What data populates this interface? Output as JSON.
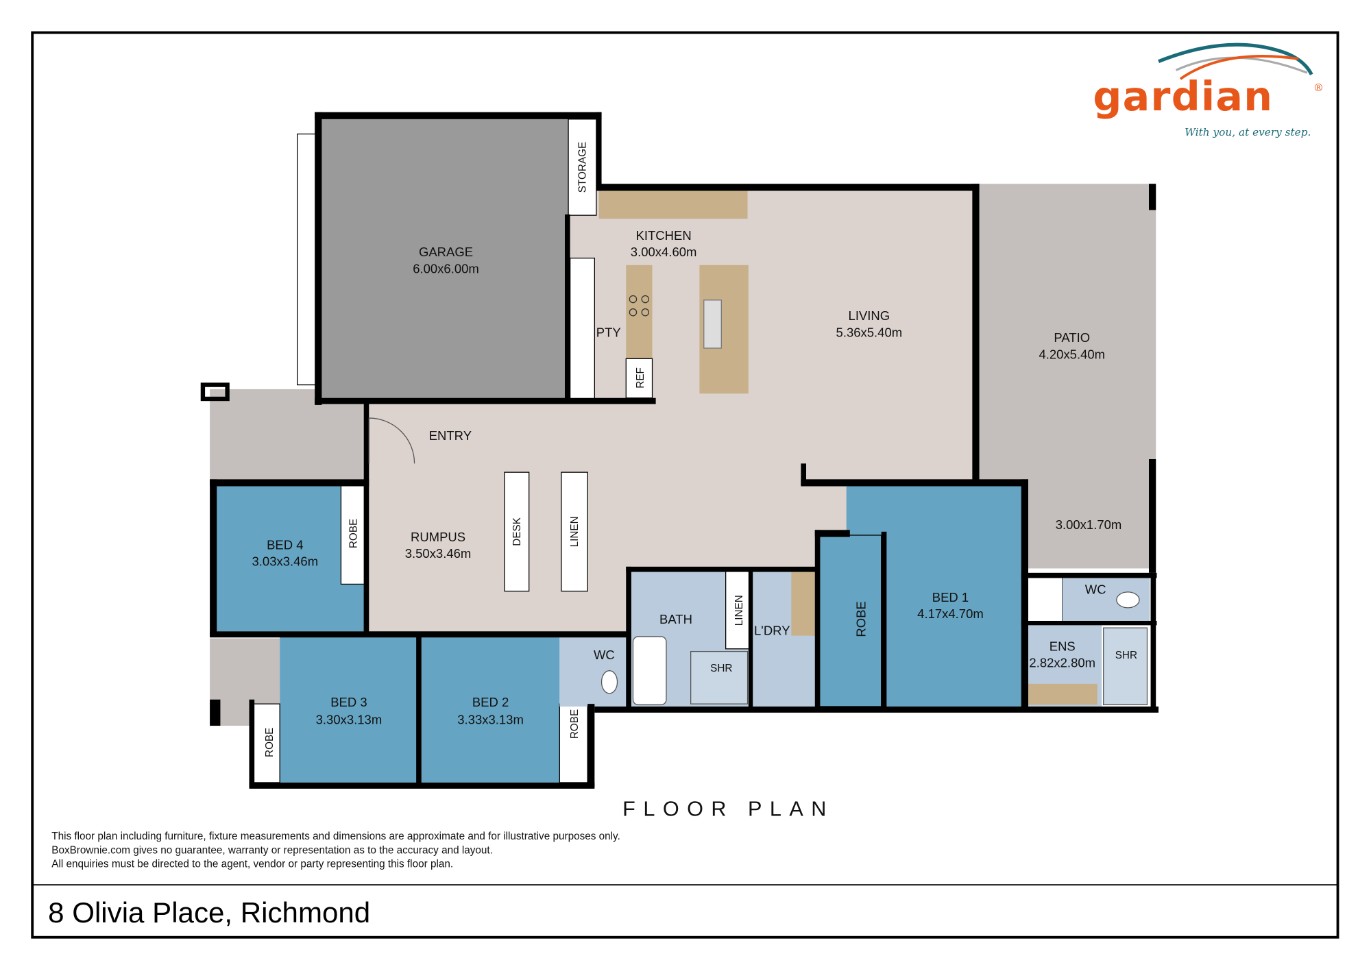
{
  "logo": {
    "brand": "gardian",
    "registered": "®",
    "tagline": "With you, at every step."
  },
  "colors": {
    "floor": "#dcd3cf",
    "garage": "#9a9a9a",
    "outdoor": "#c4bfbc",
    "bedroom": "#65a4c2",
    "wet_area": "#b9cbdc",
    "bench": "#c8b08a",
    "brand_orange": "#e8571a",
    "brand_teal": "#1a6b78"
  },
  "rooms": {
    "garage": {
      "name": "GARAGE",
      "size": "6.00x6.00m"
    },
    "storage": {
      "name": "STORAGE"
    },
    "kitchen": {
      "name": "KITCHEN",
      "size": "3.00x4.60m"
    },
    "pantry": {
      "name": "PTY"
    },
    "ref": {
      "name": "REF"
    },
    "living": {
      "name": "LIVING",
      "size": "5.36x5.40m"
    },
    "patio": {
      "name": "PATIO",
      "size": "4.20x5.40m"
    },
    "patio2": {
      "size": "3.00x1.70m"
    },
    "entry": {
      "name": "ENTRY"
    },
    "bed4": {
      "name": "BED 4",
      "size": "3.03x3.46m"
    },
    "robe4": {
      "name": "ROBE"
    },
    "rumpus": {
      "name": "RUMPUS",
      "size": "3.50x3.46m"
    },
    "desk": {
      "name": "DESK"
    },
    "linen1": {
      "name": "LINEN"
    },
    "bed3": {
      "name": "BED 3",
      "size": "3.30x3.13m"
    },
    "robe3": {
      "name": "ROBE"
    },
    "bed2": {
      "name": "BED 2",
      "size": "3.33x3.13m"
    },
    "robe2": {
      "name": "ROBE"
    },
    "wc1": {
      "name": "WC"
    },
    "bath": {
      "name": "BATH"
    },
    "shr1": {
      "name": "SHR"
    },
    "linen2": {
      "name": "LINEN"
    },
    "laundry": {
      "name": "L'DRY"
    },
    "robe1": {
      "name": "ROBE"
    },
    "bed1": {
      "name": "BED 1",
      "size": "4.17x4.70m"
    },
    "wc2": {
      "name": "WC"
    },
    "ens": {
      "name": "ENS",
      "size": "2.82x2.80m"
    },
    "shr2": {
      "name": "SHR"
    }
  },
  "plan_title": "FLOOR PLAN",
  "disclaimer": [
    "This floor plan including furniture, fixture measurements and dimensions are approximate and for illustrative purposes only.",
    "BoxBrownie.com gives no guarantee, warranty or representation as to the accuracy and layout.",
    "All enquiries must be directed to the agent, vendor or party representing this floor plan."
  ],
  "address": "8 Olivia Place, Richmond"
}
